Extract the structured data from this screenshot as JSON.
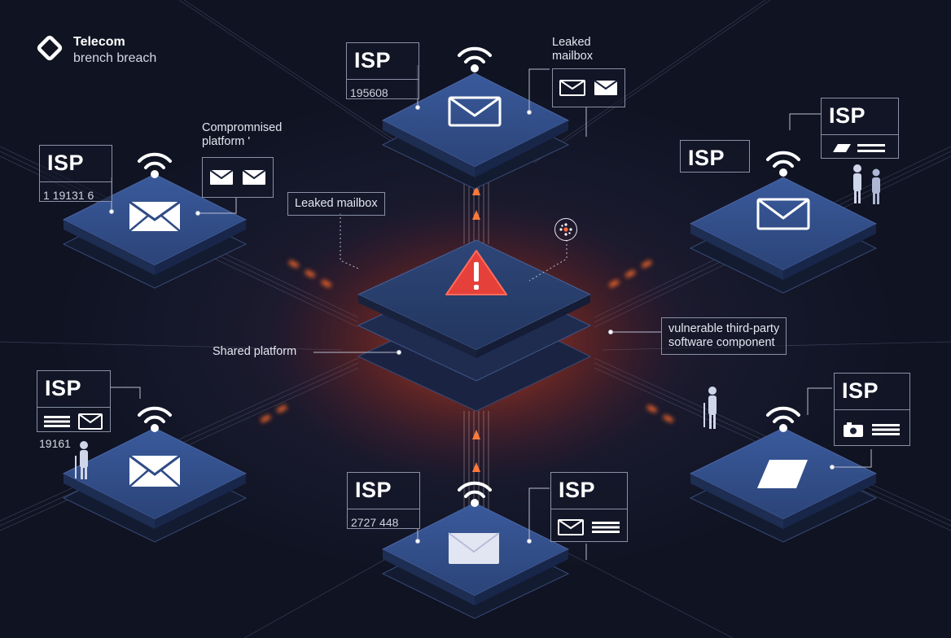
{
  "logo": {
    "line1": "Telecom",
    "line2": "brench breach"
  },
  "isp_cards": [
    {
      "id": "top",
      "title": "ISP",
      "number": "195608"
    },
    {
      "id": "left-upper",
      "title": "ISP",
      "number": "1 19131 6"
    },
    {
      "id": "right-upper",
      "title": "ISP"
    },
    {
      "id": "right-upper-small",
      "title": "ISP"
    },
    {
      "id": "left-lower",
      "title": "ISP"
    },
    {
      "id": "right-lower",
      "title": "ISP"
    },
    {
      "id": "bottom-left",
      "title": "ISP",
      "number": "2727 448"
    },
    {
      "id": "bottom-right",
      "title": "ISP"
    }
  ],
  "loose_number": "19161",
  "callouts": {
    "leaked_top_line1": "Leaked",
    "leaked_top_line2": "mailbox",
    "compromised_line1": "Compromnised",
    "compromised_line2": "platform '",
    "leaked_center": "Leaked mailbox",
    "vulnerable_line1": "vulnerable third-party",
    "vulnerable_line2": "software component",
    "shared_platform": "Shared platform"
  },
  "colors": {
    "platform_top": "#2f4b86",
    "platform_edge": "#233864",
    "platform_dark": "#1d2947",
    "center_top": "#263a68",
    "alert_red": "#e5403a",
    "glow_orange": "#ff6a2a"
  },
  "icons": {
    "logo": "diamond-logo-icon",
    "mail": "envelope-icon",
    "wifi": "wifi-icon",
    "alert": "warning-triangle-icon",
    "person": "person-icon",
    "dots": "network-dots-icon"
  }
}
